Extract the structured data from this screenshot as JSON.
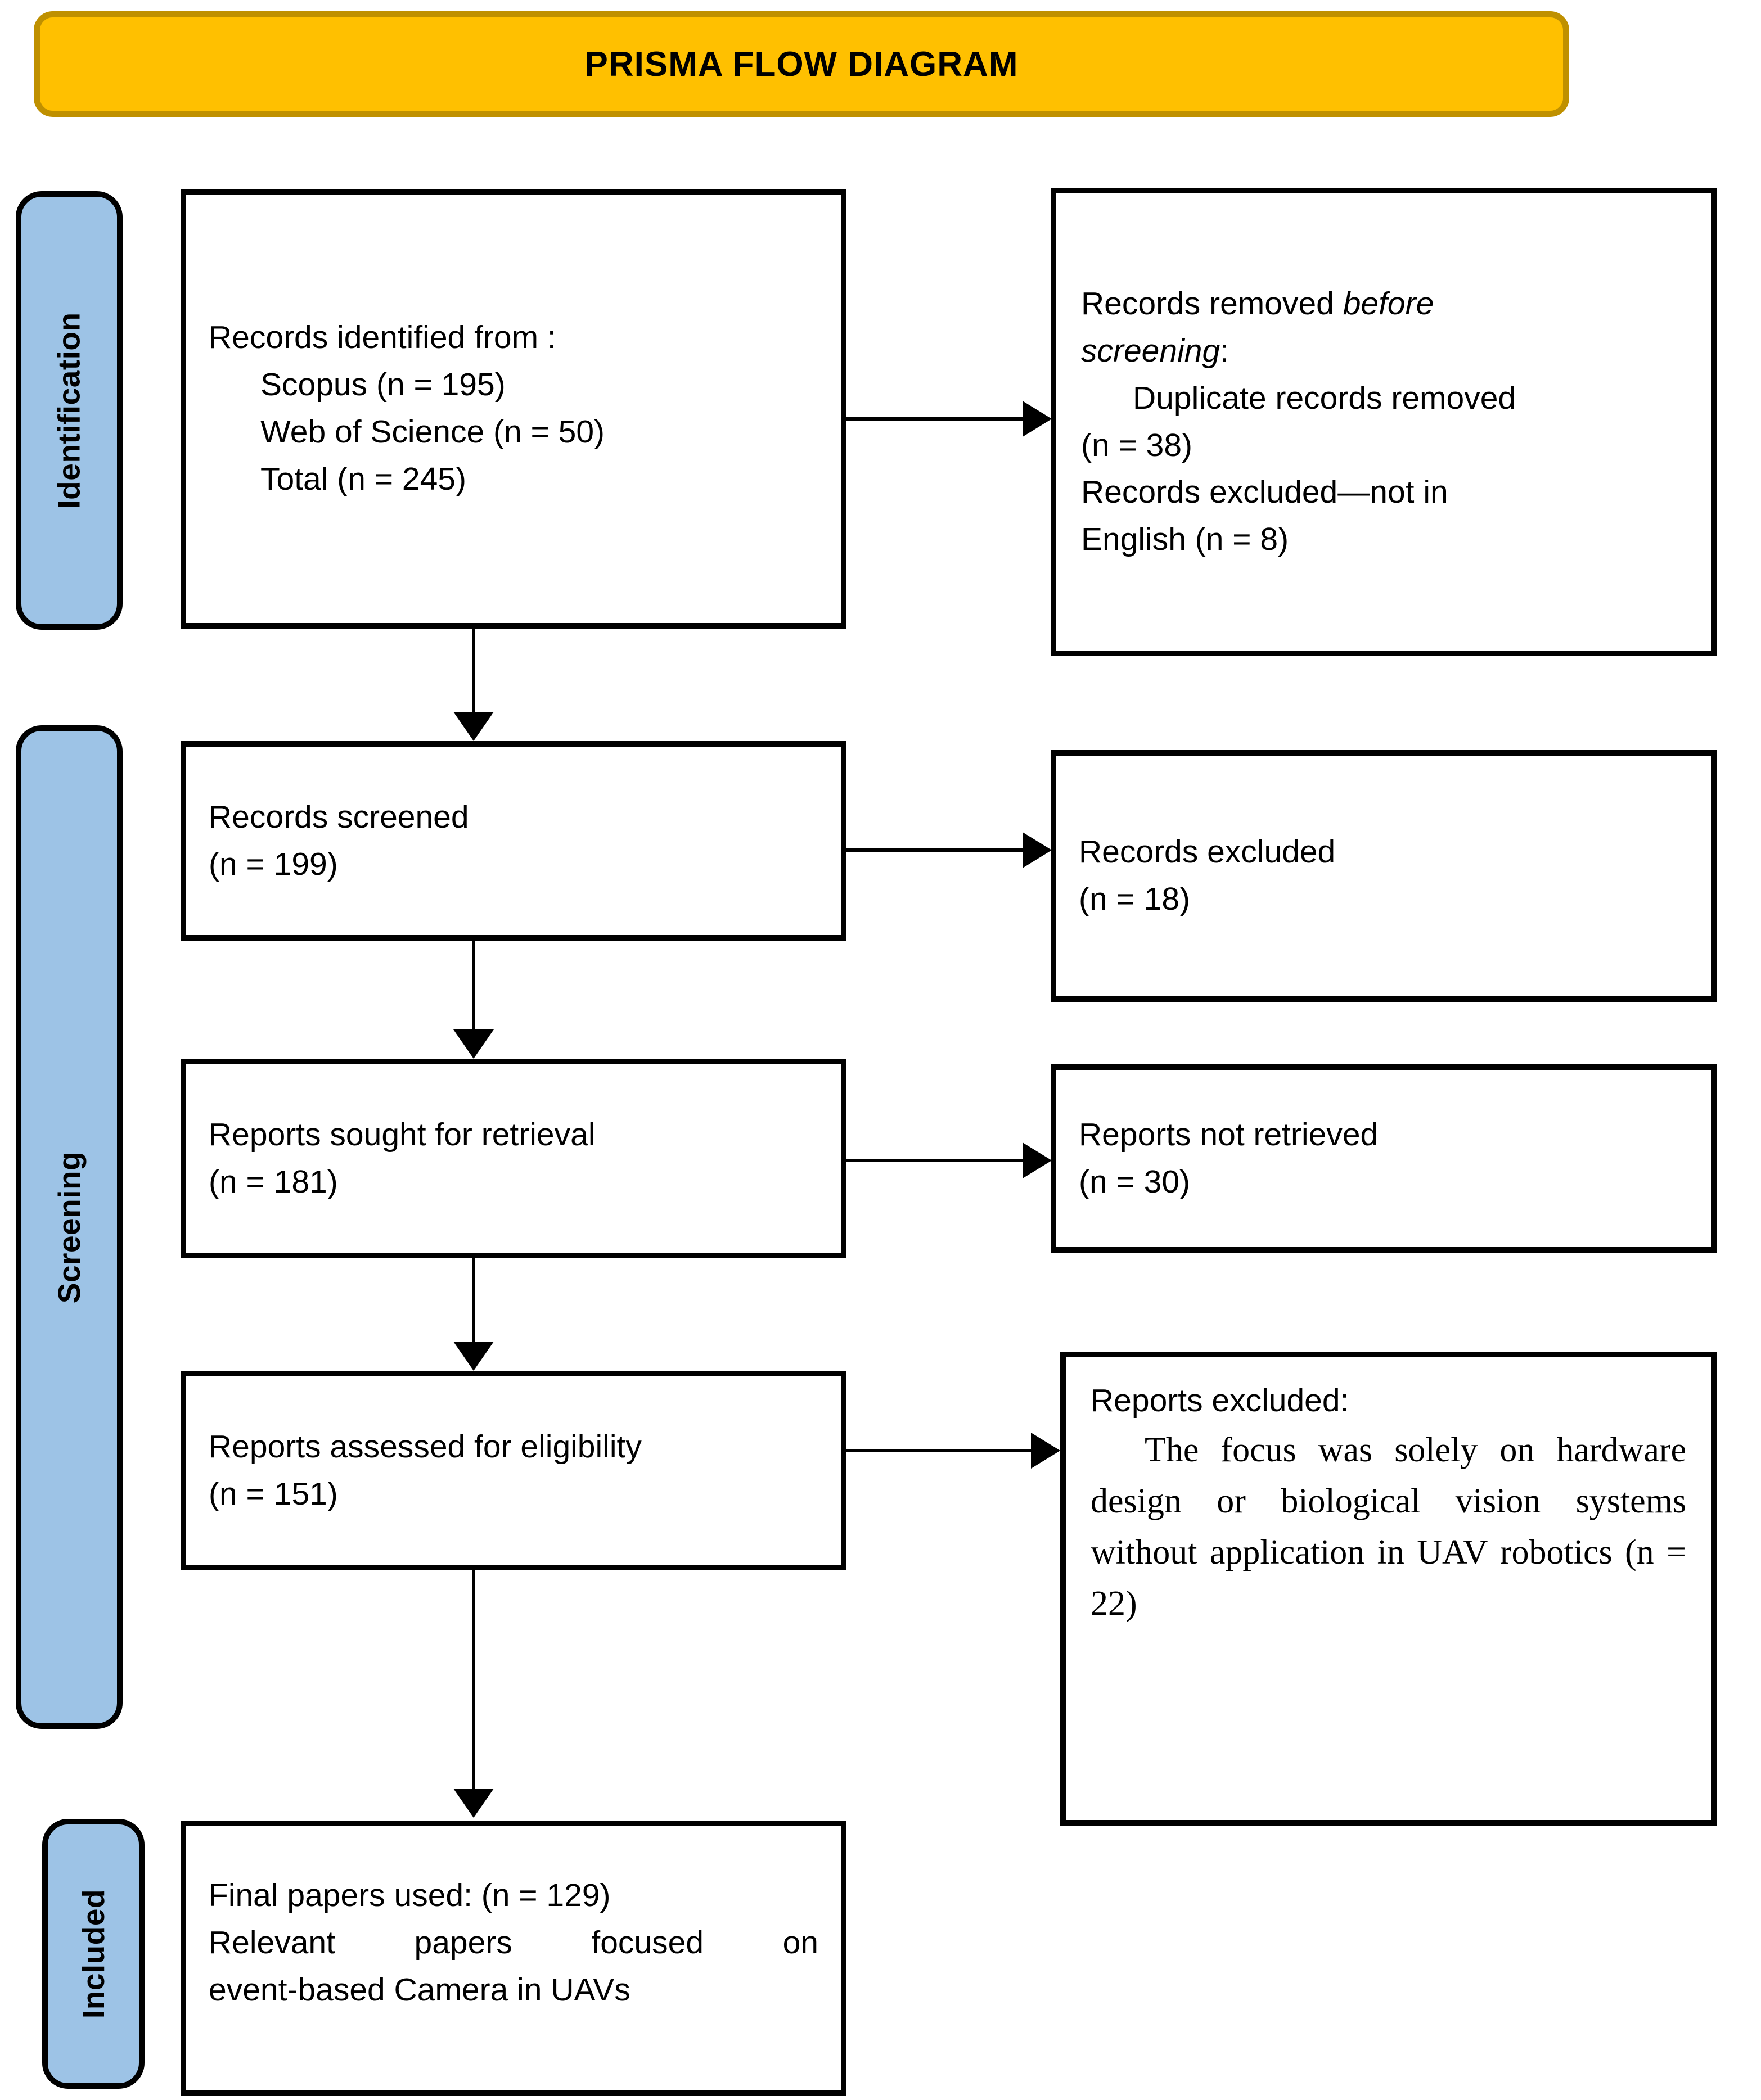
{
  "header": {
    "title": "PRISMA FLOW DIAGRAM",
    "fill_color": "#FFC000",
    "border_color": "#BF9000"
  },
  "stages": {
    "identification": {
      "label": "Identification",
      "fill_color": "#9DC3E6"
    },
    "screening": {
      "label": "Screening",
      "fill_color": "#9DC3E6"
    },
    "included": {
      "label": "Included",
      "fill_color": "#9DC3E6"
    }
  },
  "boxes": {
    "records_identified": {
      "line1": "Records identified from :",
      "line2": "Scopus (n = 195)",
      "line3": "Web of Science (n = 50)",
      "line4": "Total (n = 245)"
    },
    "records_removed": {
      "line1_prefix": "Records removed ",
      "line1_italic": "before",
      "line2_italic": "screening",
      "line2_suffix": ":",
      "line3": "Duplicate records removed",
      "line4": "(n = 38)",
      "line5": "Records excluded—not in",
      "line6": "English (n = 8)"
    },
    "records_screened": {
      "line1": "Records screened",
      "line2": "(n = 199)"
    },
    "records_excluded": {
      "line1": "Records excluded",
      "line2": "(n = 18)"
    },
    "reports_sought": {
      "line1": "Reports sought for retrieval",
      "line2": "(n = 181)"
    },
    "reports_not_retrieved": {
      "line1": "Reports not retrieved",
      "line2": "(n = 30)"
    },
    "reports_assessed": {
      "line1": "Reports assessed for eligibility",
      "line2": "(n = 151)"
    },
    "reports_excluded": {
      "heading": "Reports excluded:",
      "body": "The focus was solely on hardware design or biological vision systems without application in UAV robotics (n = 22)"
    },
    "final_papers": {
      "line1": "Final papers used: (n = 129)",
      "line2": "Relevant papers focused on",
      "line3": "event-based Camera in UAVs"
    }
  },
  "chart_data": {
    "type": "diagram",
    "title": "PRISMA FLOW DIAGRAM",
    "nodes": [
      {
        "id": "records_identified",
        "stage": "Identification",
        "column": "left",
        "counts": {
          "Scopus": 195,
          "Web of Science": 50,
          "Total": 245
        }
      },
      {
        "id": "records_removed",
        "stage": "Identification",
        "column": "right",
        "counts": {
          "Duplicate records removed": 38,
          "Records excluded—not in English": 8
        }
      },
      {
        "id": "records_screened",
        "stage": "Screening",
        "column": "left",
        "counts": {
          "n": 199
        }
      },
      {
        "id": "records_excluded",
        "stage": "Screening",
        "column": "right",
        "counts": {
          "n": 18
        }
      },
      {
        "id": "reports_sought",
        "stage": "Screening",
        "column": "left",
        "counts": {
          "n": 181
        }
      },
      {
        "id": "reports_not_retrieved",
        "stage": "Screening",
        "column": "right",
        "counts": {
          "n": 30
        }
      },
      {
        "id": "reports_assessed",
        "stage": "Screening",
        "column": "left",
        "counts": {
          "n": 151
        }
      },
      {
        "id": "reports_excluded",
        "stage": "Screening",
        "column": "right",
        "counts": {
          "n": 22
        }
      },
      {
        "id": "final_papers",
        "stage": "Included",
        "column": "left",
        "counts": {
          "n": 129
        }
      }
    ],
    "edges": [
      {
        "from": "records_identified",
        "to": "records_removed",
        "direction": "right"
      },
      {
        "from": "records_identified",
        "to": "records_screened",
        "direction": "down"
      },
      {
        "from": "records_screened",
        "to": "records_excluded",
        "direction": "right"
      },
      {
        "from": "records_screened",
        "to": "reports_sought",
        "direction": "down"
      },
      {
        "from": "reports_sought",
        "to": "reports_not_retrieved",
        "direction": "right"
      },
      {
        "from": "reports_sought",
        "to": "reports_assessed",
        "direction": "down"
      },
      {
        "from": "reports_assessed",
        "to": "reports_excluded",
        "direction": "right"
      },
      {
        "from": "reports_assessed",
        "to": "final_papers",
        "direction": "down"
      }
    ]
  }
}
